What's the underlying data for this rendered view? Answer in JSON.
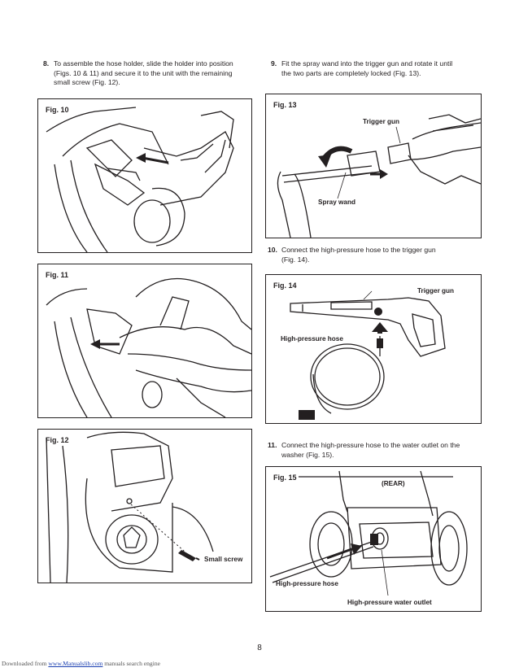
{
  "steps": {
    "s8": {
      "num": "8.",
      "lines": [
        "To assemble the hose holder, slide the holder into position",
        "(Figs. 10 & 11) and secure it to the unit with the remaining",
        "small screw (Fig. 12)."
      ]
    },
    "s9": {
      "num": "9.",
      "lines": [
        "Fit the spray wand into the trigger gun and rotate it until",
        "the two parts are completely locked (Fig. 13)."
      ]
    },
    "s10": {
      "num": "10.",
      "lines": [
        "Connect the high-pressure hose to the trigger gun",
        "(Fig. 14)."
      ]
    },
    "s11": {
      "num": "11.",
      "lines": [
        "Connect the high-pressure hose to the water outlet on the",
        "washer (Fig. 15)."
      ]
    }
  },
  "figures": {
    "fig10": {
      "label": "Fig. 10"
    },
    "fig11": {
      "label": "Fig. 11"
    },
    "fig12": {
      "label": "Fig. 12",
      "callouts": {
        "screw": "Small screw"
      }
    },
    "fig13": {
      "label": "Fig. 13",
      "callouts": {
        "trigger": "Trigger gun",
        "wand": "Spray wand"
      }
    },
    "fig14": {
      "label": "Fig. 14",
      "callouts": {
        "trigger": "Trigger gun",
        "hose": "High-pressure hose"
      }
    },
    "fig15": {
      "label": "Fig. 15",
      "callouts": {
        "rear": "(REAR)",
        "hose": "High-pressure hose",
        "outlet": "High-pressure water outlet"
      }
    }
  },
  "page_number": "8",
  "footer": {
    "prefix": "Downloaded from ",
    "link": "www.Manualslib.com",
    "suffix": " manuals search engine"
  }
}
